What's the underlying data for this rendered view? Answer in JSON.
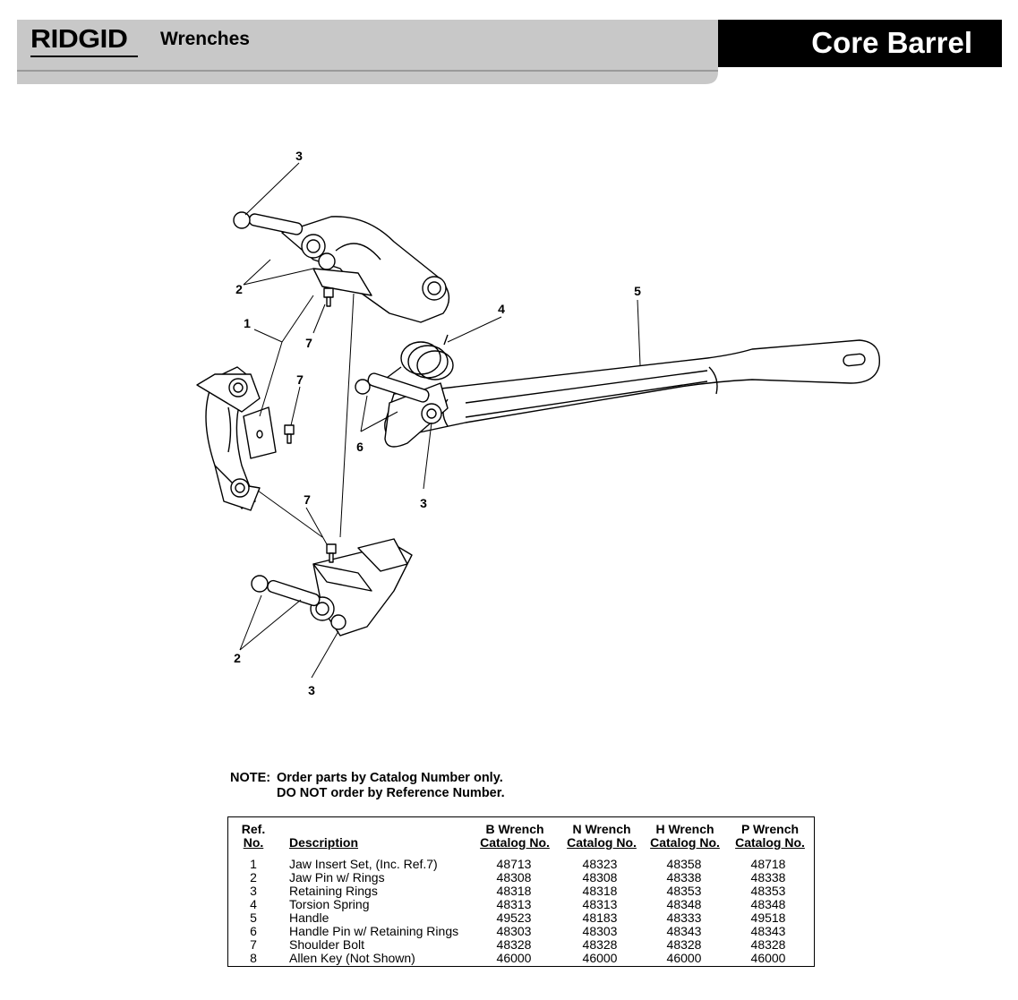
{
  "header": {
    "logo_text": "RIDGID",
    "section": "Wrenches",
    "title": "Core Barrel"
  },
  "diagram": {
    "callouts": [
      "3",
      "2",
      "1",
      "7",
      "7",
      "4",
      "5",
      "6",
      "3",
      "7",
      "2",
      "3"
    ]
  },
  "note": {
    "prefix": "NOTE:",
    "line1": "Order parts by Catalog Number only.",
    "line2": "DO NOT order by Reference Number."
  },
  "table": {
    "headers": {
      "ref_top": "Ref.",
      "ref_bottom": "No.",
      "description": "Description",
      "b_top": "B Wrench",
      "b_bottom": "Catalog No.",
      "n_top": "N Wrench",
      "n_bottom": "Catalog No.",
      "h_top": "H Wrench",
      "h_bottom": "Catalog No.",
      "p_top": "P Wrench",
      "p_bottom": "Catalog No."
    },
    "rows": [
      {
        "ref": "1",
        "desc": "Jaw Insert Set, (Inc. Ref.7)",
        "b": "48713",
        "n": "48323",
        "h": "48358",
        "p": "48718"
      },
      {
        "ref": "2",
        "desc": "Jaw Pin w/ Rings",
        "b": "48308",
        "n": "48308",
        "h": "48338",
        "p": "48338"
      },
      {
        "ref": "3",
        "desc": "Retaining Rings",
        "b": "48318",
        "n": "48318",
        "h": "48353",
        "p": "48353"
      },
      {
        "ref": "4",
        "desc": "Torsion Spring",
        "b": "48313",
        "n": "48313",
        "h": "48348",
        "p": "48348"
      },
      {
        "ref": "5",
        "desc": "Handle",
        "b": "49523",
        "n": "48183",
        "h": "48333",
        "p": "49518"
      },
      {
        "ref": "6",
        "desc": "Handle Pin w/ Retaining Rings",
        "b": "48303",
        "n": "48303",
        "h": "48343",
        "p": "48343"
      },
      {
        "ref": "7",
        "desc": "Shoulder Bolt",
        "b": "48328",
        "n": "48328",
        "h": "48328",
        "p": "48328"
      },
      {
        "ref": "8",
        "desc": "Allen Key (Not Shown)",
        "b": "46000",
        "n": "46000",
        "h": "46000",
        "p": "46000"
      }
    ]
  }
}
